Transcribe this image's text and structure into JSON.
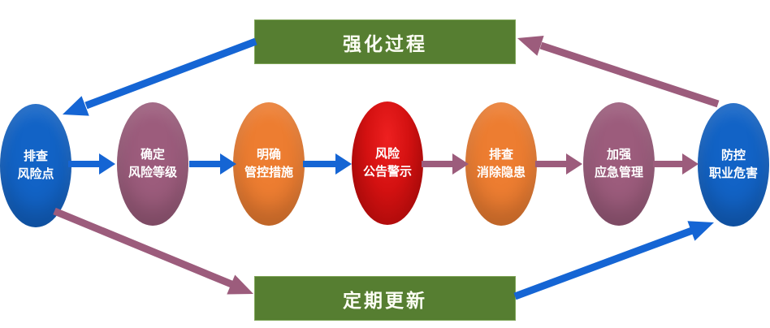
{
  "colors": {
    "blue": "#1263C6",
    "blue-arrow": "#1565D4",
    "purple": "#9C5C7C",
    "orange": "#ED7D31",
    "red": "#D41111",
    "red-dark": "#8F0606",
    "green": "#567E31"
  },
  "diagram": {
    "process_boxes": {
      "top": {
        "label": "强化过程"
      },
      "bottom": {
        "label": "定期更新"
      }
    },
    "nodes": [
      {
        "line1": "排查",
        "line2": "风险点",
        "full": "排查风险点",
        "color": "blue"
      },
      {
        "line1": "确定",
        "line2": "风险等级",
        "full": "确定风险等级",
        "color": "purple"
      },
      {
        "line1": "明确",
        "line2": "管控措施",
        "full": "明确管控措施",
        "color": "orange"
      },
      {
        "line1": "风险",
        "line2": "公告警示",
        "full": "风险公告警示",
        "color": "red"
      },
      {
        "line1": "排查",
        "line2": "消除隐患",
        "full": "排查消除隐患",
        "color": "orange"
      },
      {
        "line1": "加强",
        "line2": "应急管理",
        "full": "加强应急管理",
        "color": "purple"
      },
      {
        "line1": "防控",
        "line2": "职业危害",
        "full": "防控职业危害",
        "color": "blue"
      }
    ],
    "connections": [
      {
        "from": "排查风险点",
        "to": "确定风险等级",
        "color": "blue"
      },
      {
        "from": "确定风险等级",
        "to": "明确管控措施",
        "color": "blue"
      },
      {
        "from": "明确管控措施",
        "to": "风险公告警示",
        "color": "blue"
      },
      {
        "from": "风险公告警示",
        "to": "排查消除隐患",
        "color": "purple"
      },
      {
        "from": "排查消除隐患",
        "to": "加强应急管理",
        "color": "purple"
      },
      {
        "from": "加强应急管理",
        "to": "防控职业危害",
        "color": "purple"
      },
      {
        "from": "防控职业危害",
        "to": "强化过程",
        "color": "purple"
      },
      {
        "from": "强化过程",
        "to": "排查风险点",
        "color": "blue"
      },
      {
        "from": "排查风险点",
        "to": "定期更新",
        "color": "purple"
      },
      {
        "from": "定期更新",
        "to": "防控职业危害",
        "color": "blue"
      }
    ]
  }
}
